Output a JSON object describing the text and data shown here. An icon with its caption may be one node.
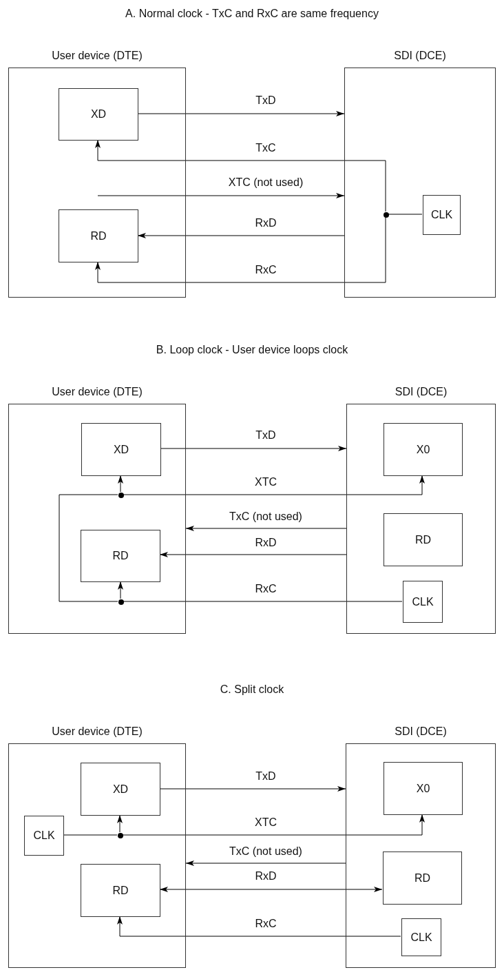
{
  "diagram": {
    "nodes": [
      {
        "text": [
          "User device (DTE)"
        ]
      },
      {
        "text": [
          "XD"
        ],
        "in": 0
      },
      {
        "text": [
          "RD"
        ],
        "in": 0
      },
      {
        "text": [
          "SDI (DCE)"
        ]
      },
      {
        "text": [],
        "shape": "circle",
        "in": 3
      },
      {
        "text": [
          "CLK"
        ],
        "in": 3
      },
      {
        "text": [
          "User device (DTE)"
        ]
      },
      {
        "text": [
          "XD"
        ],
        "in": 6
      },
      {
        "text": [],
        "shape": "circle",
        "in": 6
      },
      {
        "text": [
          "RD"
        ],
        "in": 6
      },
      {
        "text": [],
        "shape": "circle",
        "in": 6
      },
      {
        "text": [
          "SDI (DCE)"
        ]
      },
      {
        "text": [
          "X0"
        ],
        "in": 11
      },
      {
        "text": [
          "RD"
        ],
        "in": 11
      },
      {
        "text": [
          "CLK"
        ],
        "in": 11
      },
      {
        "text": [
          "User device (DTE)"
        ]
      },
      {
        "text": [
          "XD"
        ],
        "in": 15
      },
      {
        "text": [
          "CLK"
        ],
        "in": 15
      },
      {
        "text": [],
        "shape": "circle",
        "in": 15
      },
      {
        "text": [
          "RD"
        ],
        "in": 15
      },
      {
        "text": [
          "SDI (DCE)"
        ]
      },
      {
        "text": [
          "X0"
        ],
        "in": 20
      },
      {
        "text": [
          "RD"
        ],
        "in": 20
      },
      {
        "text": [
          "CLK"
        ],
        "in": 20
      }
    ],
    "edges": [
      {
        "from": 1,
        "to": 3,
        "arrow": "to",
        "label": "TxD"
      },
      {
        "from": 5,
        "to": 4,
        "arrow": "none"
      },
      {
        "from": 4,
        "to": 1,
        "arrow": "to",
        "label": "TxC"
      },
      {
        "from": null,
        "to": 3,
        "arrow": "to",
        "label": "XTC (not used)"
      },
      {
        "from": 3,
        "to": 2,
        "arrow": "to",
        "label": "RxD"
      },
      {
        "from": 4,
        "to": 2,
        "arrow": "to",
        "label": "RxC"
      },
      {
        "from": 7,
        "to": 11,
        "arrow": "to",
        "label": "TxD"
      },
      {
        "from": 14,
        "to": 10,
        "arrow": "none",
        "label": "RxC"
      },
      {
        "from": 10,
        "to": 9,
        "arrow": "to"
      },
      {
        "from": 10,
        "to": 8,
        "arrow": "none"
      },
      {
        "from": 8,
        "to": 7,
        "arrow": "to"
      },
      {
        "from": 8,
        "to": 12,
        "arrow": "to",
        "label": "XTC"
      },
      {
        "from": 11,
        "to": 6,
        "arrow": "to",
        "label": "TxC (not used)"
      },
      {
        "from": 11,
        "to": 9,
        "arrow": "to",
        "label": "RxD"
      },
      {
        "from": 16,
        "to": 20,
        "arrow": "to",
        "label": "TxD"
      },
      {
        "from": 17,
        "to": 18,
        "arrow": "none"
      },
      {
        "from": 18,
        "to": 16,
        "arrow": "to"
      },
      {
        "from": 18,
        "to": 21,
        "arrow": "to",
        "label": "XTC"
      },
      {
        "from": 20,
        "to": 15,
        "arrow": "to",
        "label": "TxC (not used)"
      },
      {
        "from": 19,
        "to": 22,
        "arrow": "both",
        "label": "RxD"
      },
      {
        "from": 23,
        "to": 19,
        "arrow": "to",
        "label": "RxC"
      }
    ],
    "labels": [
      "A. Normal clock - TxC and RxC are same frequency",
      "B. Loop clock - User device loops clock",
      "C. Split clock"
    ]
  }
}
